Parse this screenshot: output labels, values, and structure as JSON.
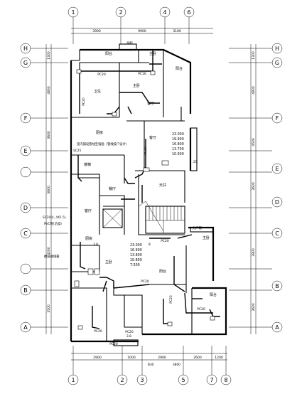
{
  "grid_top": [
    "1",
    "2",
    "4",
    "6"
  ],
  "grid_bottom": [
    "1",
    "2",
    "3",
    "5",
    "7",
    "8"
  ],
  "grid_left": [
    "H",
    "G",
    "F",
    "E",
    "D",
    "C",
    "B",
    "A"
  ],
  "grid_right": [
    "H",
    "G",
    "F",
    "E",
    "D",
    "C",
    "B",
    "A"
  ],
  "dim_top": [
    "3900",
    "9900",
    "3100"
  ],
  "dim_bottom": [
    "2900",
    "1000",
    "2900",
    "2600",
    "1200"
  ],
  "dim_left": [
    "1300",
    "4800",
    "3600",
    "3800",
    "4200",
    "3500"
  ],
  "dim_right": [
    "1300",
    "4800",
    "4500",
    "3600",
    "3900",
    "3600"
  ],
  "rooms": {
    "r01": "阳台",
    "r02": "主卧",
    "r03": "阳台",
    "r04": "主卧",
    "r05": "卫生",
    "r06": "客厅",
    "r07": "厨房",
    "r08": "客厅",
    "r09": "楼梯",
    "r10": "餐厅",
    "r11": "天井",
    "r12": "客厅",
    "r13": "厨房",
    "r14": "主卧",
    "r15": "阳台",
    "r16": "主卧",
    "r17": "阳台"
  },
  "pipes": {
    "p01": "PC20",
    "p02": "PC16",
    "p03": "PC20",
    "p04": "PC20",
    "p05": "PC20",
    "p06": "PC20",
    "p07": "PC20",
    "p08": "PC20",
    "p09": "PC20",
    "p10": "PC20",
    "p11": "PC20"
  },
  "notes": {
    "n01": "室内铺设管线至墙面（管线按户设计）",
    "n02": "SC25",
    "n03": "SC20(4, 4X1.5)",
    "n04": "PVC管(沿墙)",
    "n05": "楼层接线箱",
    "n06": "总配",
    "n07": "分户箱",
    "n08": "25",
    "n09": "3.8",
    "n10": "8",
    "n11": "B30",
    "n12": "3.8",
    "n13": "3800"
  },
  "elevations": {
    "upper": [
      "23.000",
      "19.900",
      "16.800",
      "13.700",
      "10.600"
    ],
    "lower": [
      "23.000",
      "16.900",
      "13.800",
      "10.800",
      "7.500"
    ]
  }
}
